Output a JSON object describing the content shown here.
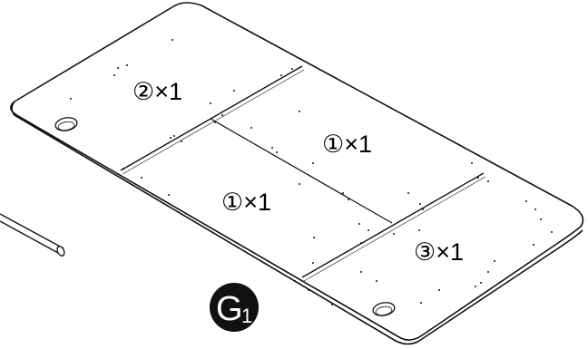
{
  "parts": [
    {
      "id": "part-2",
      "label": "②×1"
    },
    {
      "id": "part-1-upper",
      "label": "①×1"
    },
    {
      "id": "part-1-lower",
      "label": "①×1"
    },
    {
      "id": "part-3",
      "label": "③×1"
    }
  ],
  "step": {
    "letter": "G",
    "number": "1"
  }
}
